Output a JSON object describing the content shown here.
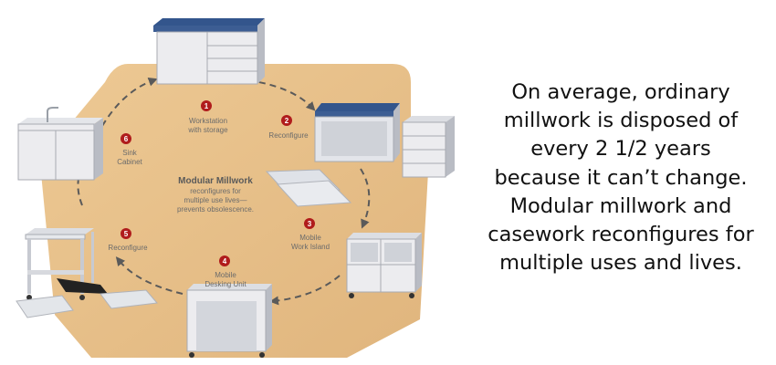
{
  "colors": {
    "wood": "#e8c28e",
    "badge": "#b01c1c",
    "arrow": "#5a5a5a",
    "countertop": "#3c5d93",
    "cabinet": "#ececef",
    "cabinet_shadow": "#b9bcc4"
  },
  "diagram": {
    "center_title": "Modular Millwork",
    "center_lines": [
      "reconfigures for",
      "multiple use lives—",
      "prevents obsolescence."
    ],
    "steps": [
      {
        "number": "1",
        "lines": [
          "Workstation",
          "with storage"
        ]
      },
      {
        "number": "2",
        "lines": [
          "Reconfigure"
        ]
      },
      {
        "number": "3",
        "lines": [
          "Mobile",
          "Work Island"
        ]
      },
      {
        "number": "4",
        "lines": [
          "Mobile",
          "Desking Unit"
        ]
      },
      {
        "number": "5",
        "lines": [
          "Reconfigure"
        ]
      },
      {
        "number": "6",
        "lines": [
          "Sink",
          "Cabinet"
        ]
      }
    ]
  },
  "caption": {
    "lines": [
      "On average, ordinary",
      "millwork is disposed of",
      "every 2 1/2 years",
      "because it can’t change.",
      "Modular millwork and",
      "casework reconfigures for",
      "multiple uses and lives."
    ]
  }
}
